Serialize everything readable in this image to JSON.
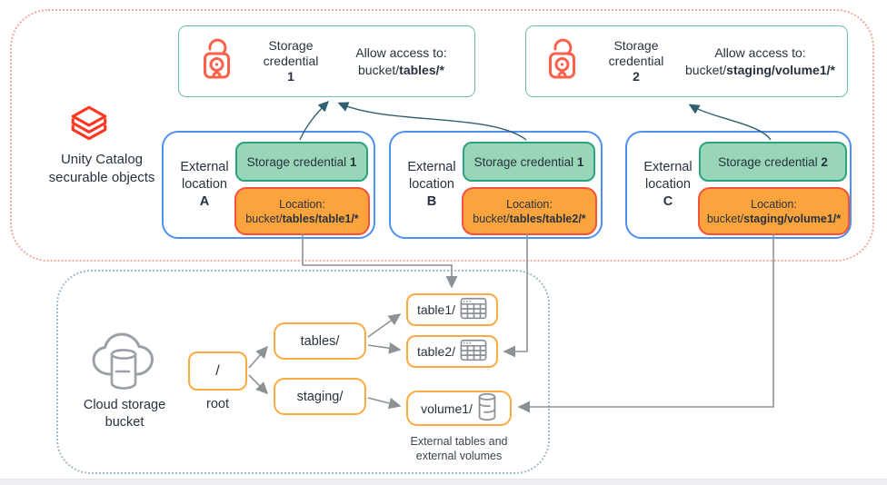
{
  "colors": {
    "databricks_red": "#FF3621",
    "lock_coral": "#FB604B",
    "credential_border_teal": "#6AC2A2",
    "green_pill_bg": "#99D6B8",
    "green_pill_border": "#2AA37E",
    "location_border_blue": "#4E8EF7",
    "orange_pill_bg": "#FBA33D",
    "orange_pill_border": "#F5523D",
    "tree_node_border_orange": "#FCAB40",
    "arrow_gray": "#8D9297",
    "arrow_teal": "#2F5F70"
  },
  "unity": {
    "label_line1": "Unity Catalog",
    "label_line2": "securable objects",
    "credentials": [
      {
        "title_line1": "Storage",
        "title_line2": "credential",
        "number": "1",
        "allow_label": "Allow access to:",
        "path_prefix": "bucket/",
        "path_bold": "tables/*"
      },
      {
        "title_line1": "Storage",
        "title_line2": "credential",
        "number": "2",
        "allow_label": "Allow access to:",
        "path_prefix": "bucket/",
        "path_bold": "staging/volume1/*"
      }
    ],
    "locations": [
      {
        "label_line1": "External",
        "label_line2": "location",
        "letter": "A",
        "pill_text": "Storage credential",
        "pill_number": "1",
        "loc_label": "Location:",
        "path_prefix": "bucket/",
        "path_bold": "tables/table1/*"
      },
      {
        "label_line1": "External",
        "label_line2": "location",
        "letter": "B",
        "pill_text": "Storage credential",
        "pill_number": "1",
        "loc_label": "Location:",
        "path_prefix": "bucket/",
        "path_bold": "tables/table2/*"
      },
      {
        "label_line1": "External",
        "label_line2": "location",
        "letter": "C",
        "pill_text": "Storage credential",
        "pill_number": "2",
        "loc_label": "Location:",
        "path_prefix": "bucket/",
        "path_bold": "staging/volume1/*"
      }
    ]
  },
  "bucket": {
    "label_line1": "Cloud storage",
    "label_line2": "bucket",
    "root_label": "/",
    "root_caption": "root",
    "folders": [
      {
        "label": "tables/"
      },
      {
        "label": "staging/"
      }
    ],
    "leaves": [
      {
        "label": "table1/",
        "icon": "table-icon"
      },
      {
        "label": "table2/",
        "icon": "table-icon"
      },
      {
        "label": "volume1/",
        "icon": "volume-icon"
      }
    ],
    "caption_line1": "External tables and",
    "caption_line2": "external volumes"
  }
}
